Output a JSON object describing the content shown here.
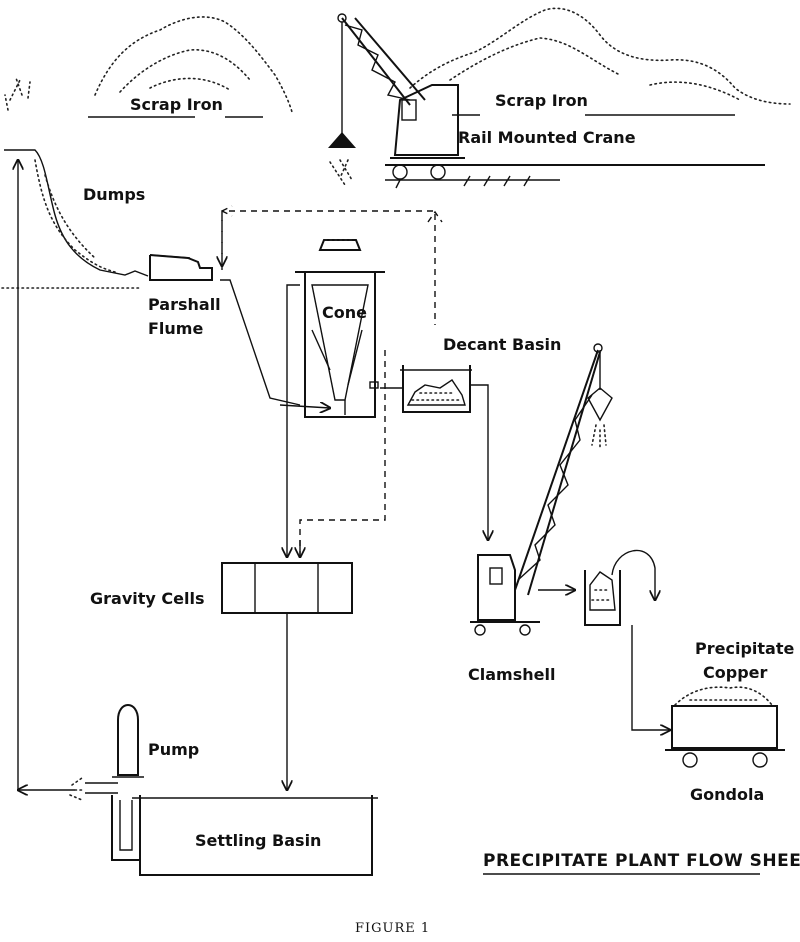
{
  "labels": {
    "scrap_iron_left": "Scrap Iron",
    "scrap_iron_right": "Scrap Iron",
    "rail_crane": "Rail Mounted Crane",
    "dumps": "Dumps",
    "parshall_line1": "Parshall",
    "parshall_line2": "Flume",
    "cone": "Cone",
    "decant_basin": "Decant Basin",
    "gravity_cells": "Gravity Cells",
    "clamshell": "Clamshell",
    "precipitate_line1": "Precipitate",
    "precipitate_line2": "Copper",
    "gondola": "Gondola",
    "pump": "Pump",
    "settling_basin": "Settling Basin"
  },
  "title": "PRECIPITATE PLANT FLOW SHEET",
  "caption": "FIGURE 1"
}
